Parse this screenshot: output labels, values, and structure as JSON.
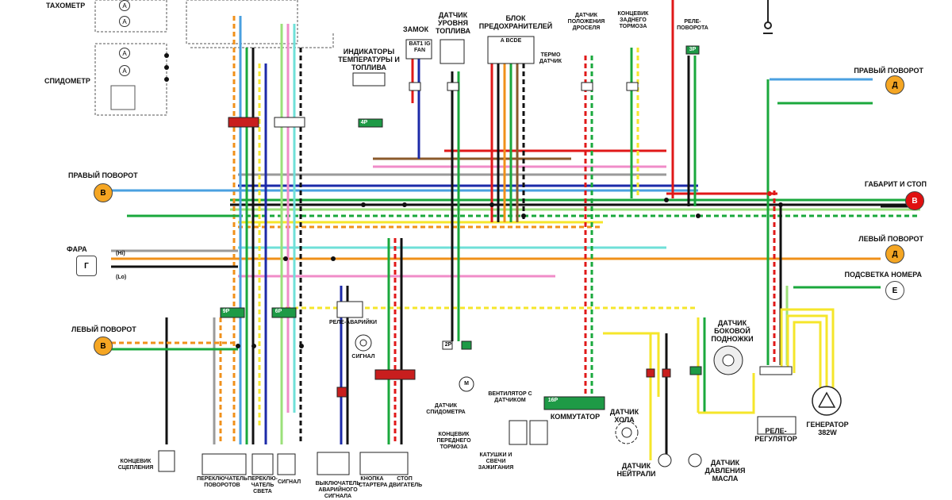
{
  "labels": {
    "tachometer": "ТАХОМЕТР",
    "speedometer": "СПИДОМЕТР",
    "right_turn_left": "ПРАВЫЙ ПОВОРОТ",
    "headlight": "ФАРА",
    "hi": "(Hi)",
    "lo": "(Lo)",
    "left_turn_left": "ЛЕВЫЙ ПОВОРОТ",
    "indicators": "ИНДИКАТОРЫ\nТЕМПЕРАТУРЫ И\nТОПЛИВА",
    "ignition": "ЗАМОК",
    "fuel_sensor": "ДАТЧИК\nУРОВНЯ\nТОПЛИВА",
    "fuse_box": "БЛОК\nПРЕДОХРАНИТЕЛЕЙ",
    "fuse_letters": "A  BCDE",
    "thermo_sensor": "ТЕРМО\nДАТЧИК",
    "throttle_sensor": "ДАТЧИК\nПОЛОЖЕНИЯ\nДРОСЕЛЯ",
    "rear_brake_switch": "КОНЦЕВИК\nЗАДНЕГО\nТОРМОЗА",
    "turn_relay": "РЕЛЕ-\nПОВОРОТА",
    "right_turn_right": "ПРАВЫЙ ПОВОРОТ",
    "tail_stop": "ГАБАРИТ И СТОП",
    "left_turn_right": "ЛЕВЫЙ ПОВОРОТ",
    "plate_light": "ПОДСВЕТКА НОМЕРА",
    "hazard_relay": "РЕЛЕ-АВАРИЙКИ",
    "horn": "СИГНАЛ",
    "speed_sensor": "ДАТЧИК\nСПИДОМЕТРА",
    "fan": "ВЕНТИЛЯТОР С\nДАТЧИКОМ",
    "front_brake_switch": "КОНЦЕВИК\nПЕРЕДНЕГО\nТОРМОЗА",
    "coils": "КАТУШКИ И\nСВЕЧИ\nЗАЖИГАНИЯ",
    "commutator": "КОММУТАТОР",
    "hall_sensor": "ДАТЧИК\nХОЛА",
    "neutral_sensor": "ДАТЧИК\nНЕЙТРАЛИ",
    "oil_sensor": "ДАТЧИК\nДАВЛЕНИЯ\nМАСЛА",
    "sidestand_sensor": "ДАТЧИК\nБОКОВОЙ\nПОДНОЖКИ",
    "regulator": "РЕЛЕ-\nРЕГУЛЯТОР",
    "generator": "ГЕНЕРАТОР\n382W",
    "clutch_switch": "КОНЦЕВИК\nСЦЕПЛЕНИЯ",
    "turn_switch": "ПЕРЕКЛЮЧАТЕЛЬ\nПОВОРОТОВ",
    "light_switch": "ПЕРЕКЛЮ-\nЧАТЕЛЬ\nСВЕТА",
    "horn_button": "СИГНАЛ",
    "hazard_switch": "ВЫКЛЮЧАТЕЛЬ\nАВАРИЙНОГО\nСИГНАЛА",
    "starter_button": "КНОПКА\nСТАРТЕРА",
    "kill_switch": "СТОП\nДВИГАТЕЛЬ",
    "ignition_pins": "BAT1 IG FAN",
    "connector_6p": "6P",
    "connector_9p": "9P",
    "connector_4p": "4P",
    "connector_2p": "2P",
    "connector_16p": "16P",
    "connector_3p": "3P",
    "motor_symbol": "M"
  },
  "bulbs": {
    "right_front": "В",
    "left_front": "В",
    "headlight": "Г",
    "right_rear": "Д",
    "tail": "В",
    "left_rear": "Д",
    "plate": "Е",
    "gauge": "A"
  },
  "colors": {
    "wire_blue": "#4aa0e0",
    "wire_green": "#1aa83c",
    "wire_orange": "#f0901a",
    "wire_yellow": "#f5e62a",
    "wire_red": "#e01818",
    "wire_black": "#111111",
    "wire_brown": "#8b5a2b",
    "wire_pink": "#f08cc8",
    "wire_lightgreen": "#9be07a",
    "wire_gray": "#9a9a9a",
    "wire_navy": "#1c2aa8",
    "wire_cyan": "#6fe0d8",
    "wire_white": "#ffffff",
    "connector_red": "#c81e1e",
    "connector_green": "#1e9a46",
    "bulb_orange": "#f5a623",
    "bulb_red": "#e01010"
  }
}
